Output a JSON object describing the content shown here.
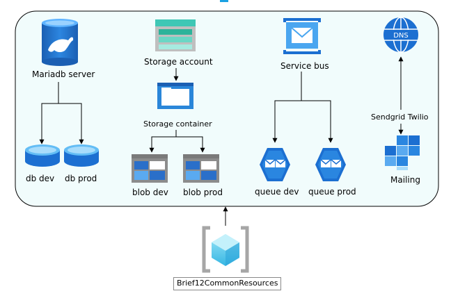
{
  "diagram": {
    "container_color": "#f1fcfc",
    "arrow_color": "#000000",
    "nodes": {
      "mariadb": {
        "label": "Mariadb server",
        "icon": "mariadb-cylinder-icon"
      },
      "db_dev": {
        "label": "db dev",
        "icon": "database-disk-icon"
      },
      "db_prod": {
        "label": "db prod",
        "icon": "database-disk-icon"
      },
      "storage_account": {
        "label": "Storage account",
        "icon": "storage-account-icon"
      },
      "storage_container": {
        "label": "Storage container",
        "icon": "storage-container-icon"
      },
      "blob_dev": {
        "label": "blob dev",
        "icon": "blob-grid-icon"
      },
      "blob_prod": {
        "label": "blob prod",
        "icon": "blob-grid-icon"
      },
      "service_bus": {
        "label": "Service bus",
        "icon": "service-bus-envelope-icon"
      },
      "queue_dev": {
        "label": "queue dev",
        "icon": "queue-hexagon-icon"
      },
      "queue_prod": {
        "label": "queue prod",
        "icon": "queue-hexagon-icon"
      },
      "dns": {
        "label": "DNS",
        "icon": "dns-globe-icon"
      },
      "sendgrid": {
        "label": "Sendgrid Twilio"
      },
      "mailing": {
        "label": "Mailing",
        "icon": "mailing-squares-icon"
      },
      "resource_group": {
        "label": "Brief12CommonResources",
        "icon": "resource-group-cube-icon"
      }
    }
  }
}
